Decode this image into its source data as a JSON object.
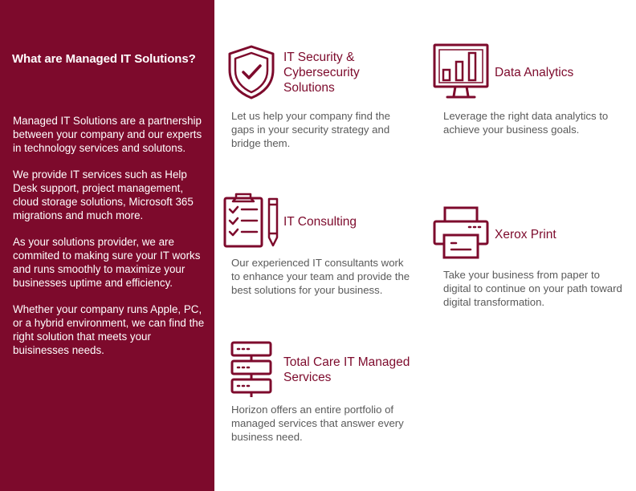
{
  "sidebar": {
    "title": "What are Managed IT Solutions?",
    "paragraphs": [
      "Managed IT Solutions are a partnership between your company and our experts in technology services and solutons.",
      "We provide IT services such as Help Desk support, project management, cloud storage solutions, Microsoft 365 migrations and much more.",
      "As your solutions provider, we are commited to making sure your IT works and runs smoothly to maximize your businesses uptime and efficiency.",
      "Whether your company runs Apple, PC, or a hybrid environment, we can find the right solution that meets your buisinesses needs."
    ]
  },
  "services": [
    {
      "icon": "shield-check-icon",
      "title": "IT Security & Cybersecurity Solutions",
      "description": "Let us help your company find the gaps in your security strategy and bridge them."
    },
    {
      "icon": "analytics-monitor-icon",
      "title": "Data Analytics",
      "description": "Leverage the right data analytics to achieve your business goals."
    },
    {
      "icon": "clipboard-checklist-icon",
      "title": "IT Consulting",
      "description": "Our experienced IT consultants work to enhance your team and provide the best solutions for your business."
    },
    {
      "icon": "printer-icon",
      "title": "Xerox Print",
      "description": "Take your business from paper to digital to continue on your path toward digital transformation."
    },
    {
      "icon": "server-rack-icon",
      "title": "Total Care IT Managed Services",
      "description": "Horizon offers an entire portfolio of managed services that answer every business need."
    }
  ],
  "colors": {
    "brand": "#7d0a2c",
    "text_gray": "#5a5a5a",
    "background": "#ffffff"
  }
}
